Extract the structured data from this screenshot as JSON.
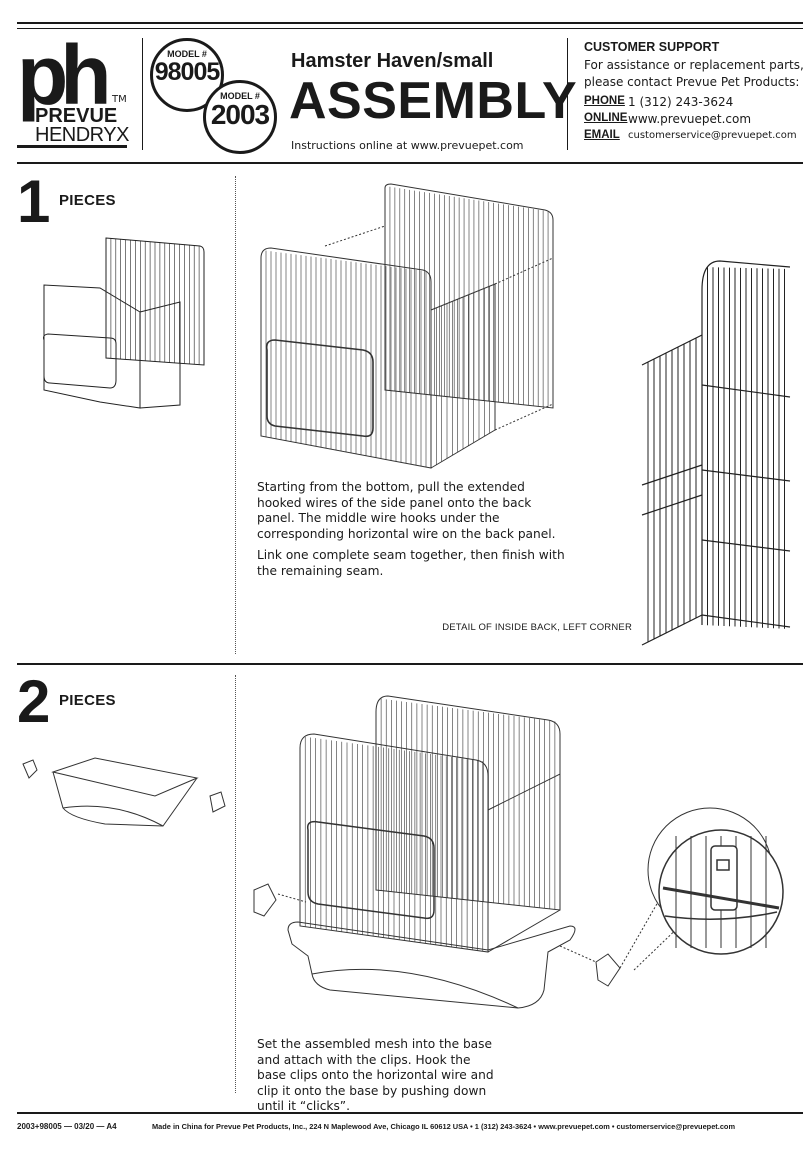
{
  "header": {
    "brand": {
      "mark": "ph",
      "name1": "PREVUE",
      "name2": "HENDRYX",
      "tm": "TM"
    },
    "badges": [
      {
        "label": "MODEL #",
        "number": "98005"
      },
      {
        "label": "MODEL #",
        "number": "2003"
      }
    ],
    "product": "Hamster Haven/small",
    "title": "ASSEMBLY",
    "instructions": "Instructions online at www.prevuepet.com",
    "support": {
      "heading": "CUSTOMER SUPPORT",
      "line1": "For assistance or replacement parts,",
      "line2": "please contact Prevue Pet Products:",
      "contacts": [
        {
          "label": "PHONE",
          "value": "1 (312) 243-3624"
        },
        {
          "label": "ONLINE",
          "value": "www.prevuepet.com"
        },
        {
          "label": "EMAIL",
          "value": "customerservice@prevuepet.com"
        }
      ]
    }
  },
  "step1": {
    "number": "1",
    "pieces": "PIECES",
    "para1": "Starting from the bottom, pull the extended hooked wires of the side panel onto the back panel. The middle wire hooks under the corresponding horizontal wire on the back panel.",
    "para2": "Link one complete seam together, then finish with the remaining seam.",
    "detail_caption": "DETAIL OF INSIDE BACK, LEFT CORNER"
  },
  "step2": {
    "number": "2",
    "pieces": "PIECES",
    "para1": "Set the assembled mesh into the base and attach with the clips. Hook the base clips onto the horizontal wire and clip it onto the base by pushing down until it “clicks”."
  },
  "footer": {
    "code": "2003+98005 — 03/20 — A4",
    "text": "Made in China for Prevue Pet Products, Inc., 224 N Maplewood Ave, Chicago IL  60612  USA • 1 (312) 243-3624 • www.prevuepet.com • customerservice@prevuepet.com"
  }
}
